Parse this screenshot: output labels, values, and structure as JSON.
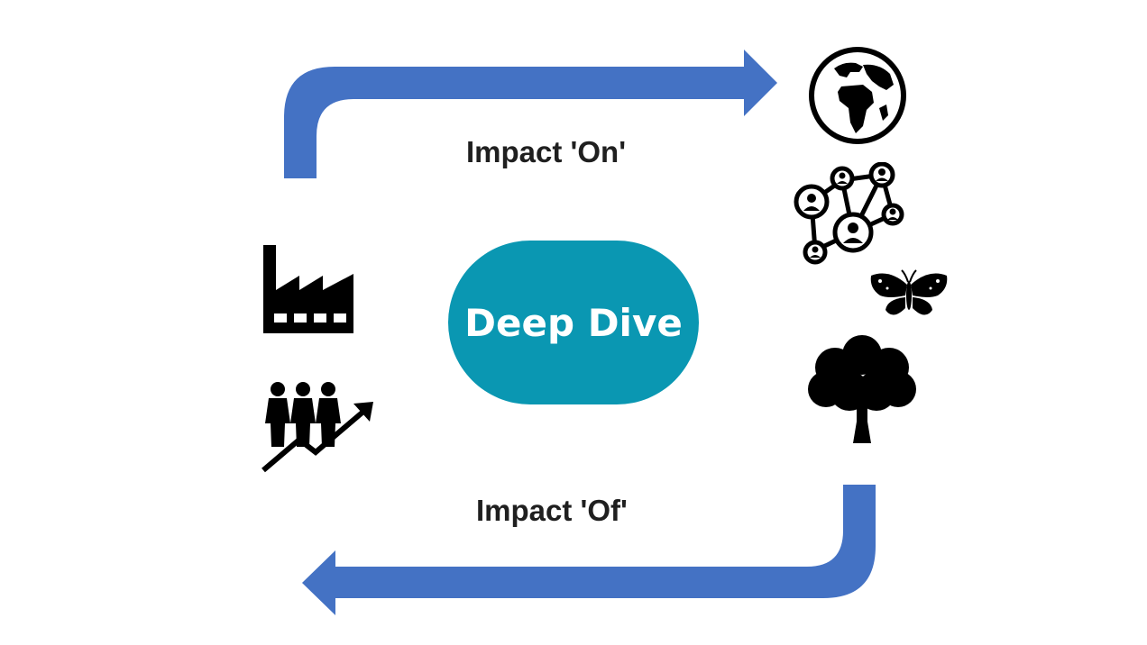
{
  "diagram": {
    "top_arrow_label": "Impact 'On'",
    "bottom_arrow_label": "Impact 'Of'",
    "center_node_label": "Deep Dive"
  },
  "colors": {
    "arrow": "#4472c4",
    "center_node": "#0a97b2",
    "center_text": "#ffffff",
    "icon": "#000000",
    "label_text": "#1f1f1f"
  },
  "icons": {
    "left": [
      "factory-icon",
      "people-growth-icon"
    ],
    "right": [
      "globe-icon",
      "social-network-icon",
      "butterfly-icon",
      "tree-icon"
    ]
  }
}
